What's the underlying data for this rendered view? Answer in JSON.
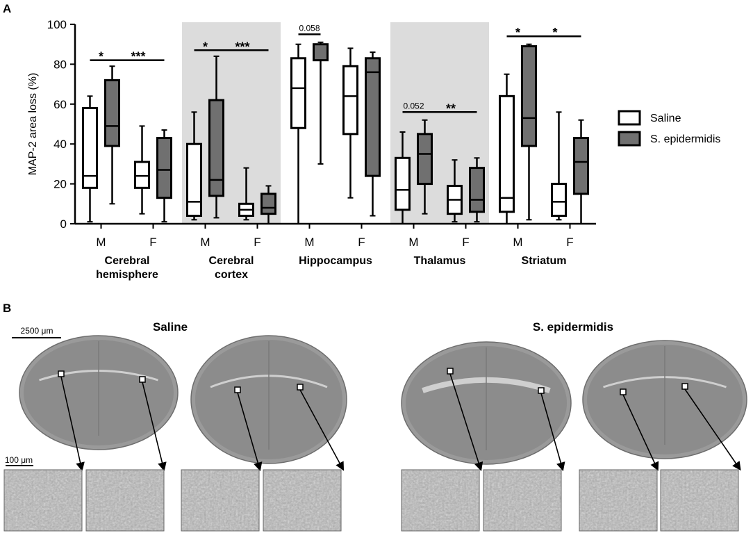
{
  "panel_a_label": "A",
  "panel_b_label": "B",
  "chart_data": {
    "type": "box",
    "ylabel": "MAP-2 area loss (%)",
    "ylim": [
      0,
      100
    ],
    "yticks": [
      "0",
      "20",
      "40",
      "60",
      "80",
      "100"
    ],
    "categories": [
      "M",
      "F",
      "M",
      "F",
      "M",
      "F",
      "M",
      "F",
      "M",
      "F"
    ],
    "groups": [
      {
        "name_lines": [
          "Cerebral",
          "hemisphere"
        ],
        "shaded": false
      },
      {
        "name_lines": [
          "Cerebral",
          "cortex"
        ],
        "shaded": true
      },
      {
        "name_lines": [
          "Hippocampus"
        ],
        "shaded": false
      },
      {
        "name_lines": [
          "Thalamus"
        ],
        "shaded": true
      },
      {
        "name_lines": [
          "Striatum"
        ],
        "shaded": false
      }
    ],
    "series": [
      {
        "name": "Saline",
        "color": "#ffffff",
        "boxes": [
          {
            "min": 1,
            "q1": 18,
            "median": 24,
            "q3": 58,
            "max": 64
          },
          {
            "min": 5,
            "q1": 18,
            "median": 24,
            "q3": 31,
            "max": 49
          },
          {
            "min": 2,
            "q1": 4,
            "median": 11,
            "q3": 40,
            "max": 56
          },
          {
            "min": 2,
            "q1": 4,
            "median": 7,
            "q3": 10,
            "max": 28
          },
          {
            "min": 0,
            "q1": 48,
            "median": 68,
            "q3": 83,
            "max": 90
          },
          {
            "min": 13,
            "q1": 45,
            "median": 64,
            "q3": 79,
            "max": 88
          },
          {
            "min": 0,
            "q1": 7,
            "median": 17,
            "q3": 33,
            "max": 46
          },
          {
            "min": 1,
            "q1": 5,
            "median": 12,
            "q3": 19,
            "max": 32
          },
          {
            "min": 0,
            "q1": 6,
            "median": 13,
            "q3": 64,
            "max": 75
          },
          {
            "min": 2,
            "q1": 4,
            "median": 11,
            "q3": 20,
            "max": 56
          }
        ]
      },
      {
        "name": "S. epidermidis",
        "color": "#707070",
        "boxes": [
          {
            "min": 10,
            "q1": 39,
            "median": 49,
            "q3": 72,
            "max": 79
          },
          {
            "min": 1,
            "q1": 13,
            "median": 27,
            "q3": 43,
            "max": 47
          },
          {
            "min": 3,
            "q1": 14,
            "median": 22,
            "q3": 62,
            "max": 84
          },
          {
            "min": 0,
            "q1": 5,
            "median": 8,
            "q3": 15,
            "max": 19
          },
          {
            "min": 30,
            "q1": 82,
            "median": 90,
            "q3": 90,
            "max": 91
          },
          {
            "min": 4,
            "q1": 24,
            "median": 76,
            "q3": 83,
            "max": 86
          },
          {
            "min": 5,
            "q1": 20,
            "median": 35,
            "q3": 45,
            "max": 52
          },
          {
            "min": 1,
            "q1": 6,
            "median": 12,
            "q3": 28,
            "max": 33
          },
          {
            "min": 2,
            "q1": 39,
            "median": 53,
            "q3": 89,
            "max": 90
          },
          {
            "min": 0,
            "q1": 15,
            "median": 31,
            "q3": 43,
            "max": 52
          }
        ]
      }
    ],
    "annotations": [
      {
        "label": "*",
        "from": 0,
        "to": 1,
        "at_y": 82
      },
      {
        "label": "***",
        "from": 1,
        "to": 3,
        "at_y": 82
      },
      {
        "label": "*",
        "from": 4,
        "to": 5,
        "at_y": 87
      },
      {
        "label": "***",
        "from": 5,
        "to": 7,
        "at_y": 87
      },
      {
        "label": "0.058",
        "from": 8,
        "to": 9,
        "at_y": 95
      },
      {
        "label": "0.052",
        "from": 12,
        "to": 13,
        "at_y": 56
      },
      {
        "label": "**",
        "from": 13,
        "to": 15,
        "at_y": 56
      },
      {
        "label": "*",
        "from": 16,
        "to": 17,
        "at_y": 94
      },
      {
        "label": "*",
        "from": 17,
        "to": 19,
        "at_y": 94
      }
    ],
    "legend": {
      "position": "right"
    }
  },
  "micrographs": {
    "group_titles": [
      "Saline",
      "S. epidermidis"
    ],
    "scalebar_large": "2500 μm",
    "scalebar_small": "100 μm"
  }
}
